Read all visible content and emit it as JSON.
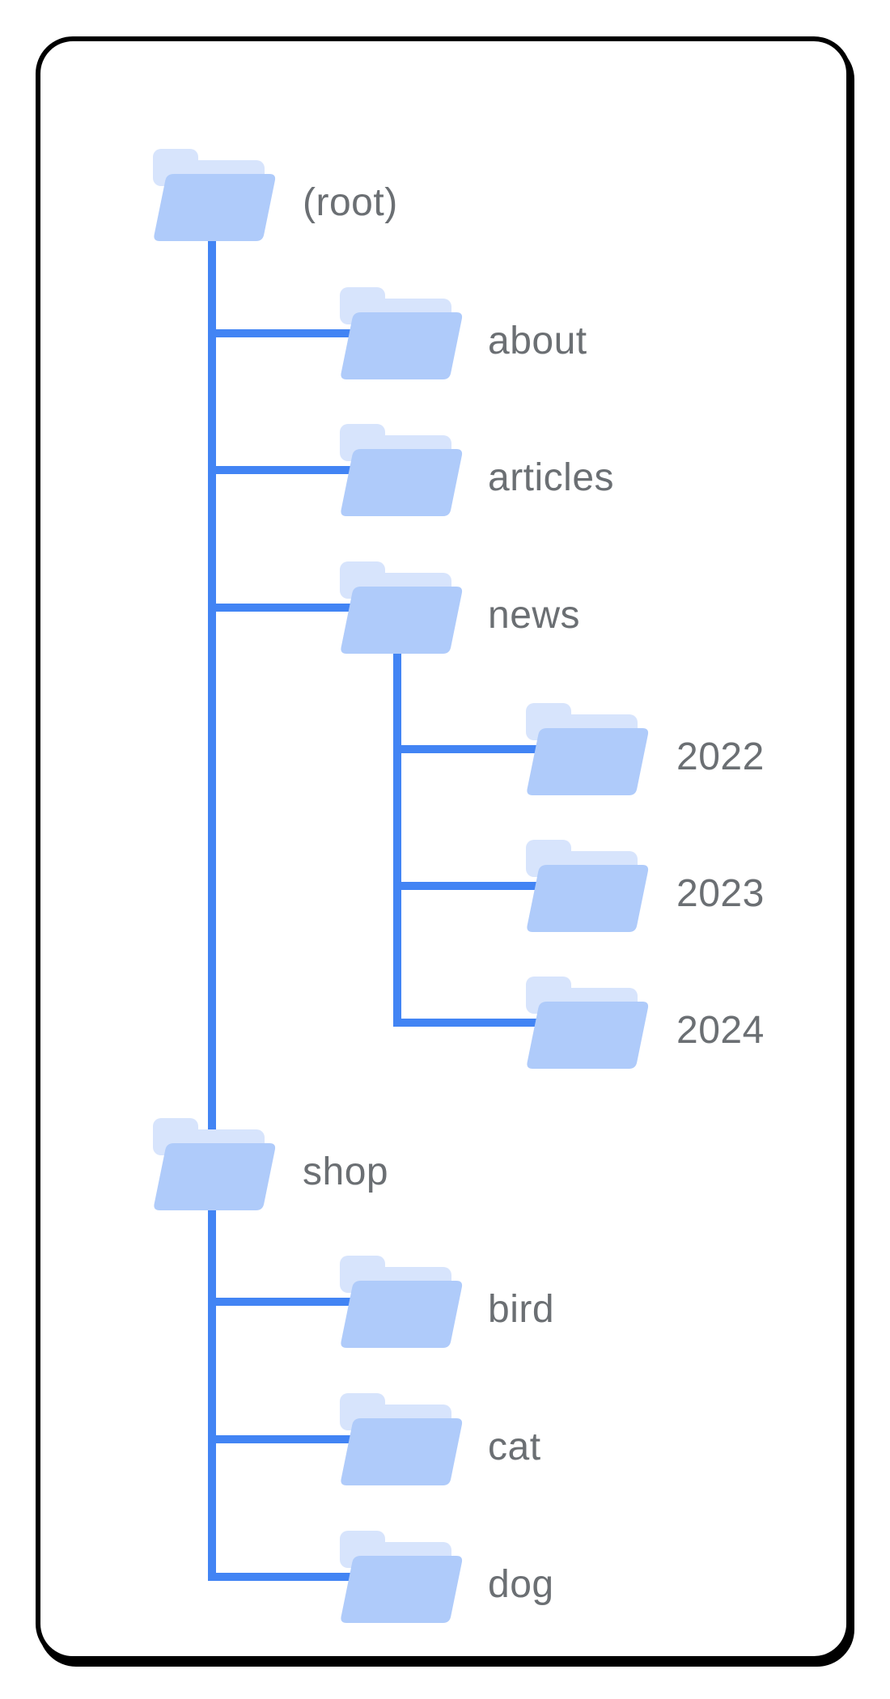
{
  "diagram": {
    "description": "Site URL structure folder tree",
    "nodes": {
      "root": {
        "label": "(root)",
        "icon": "folder",
        "level": 0
      },
      "about": {
        "label": "about",
        "icon": "folder",
        "level": 1
      },
      "articles": {
        "label": "articles",
        "icon": "folder",
        "level": 1
      },
      "news": {
        "label": "news",
        "icon": "folder",
        "level": 1
      },
      "2022": {
        "label": "2022",
        "icon": "folder",
        "level": 2
      },
      "2023": {
        "label": "2023",
        "icon": "folder",
        "level": 2
      },
      "2024": {
        "label": "2024",
        "icon": "folder",
        "level": 2
      },
      "shop": {
        "label": "shop",
        "icon": "folder",
        "level": 0
      },
      "bird": {
        "label": "bird",
        "icon": "folder",
        "level": 1
      },
      "cat": {
        "label": "cat",
        "icon": "folder",
        "level": 1
      },
      "dog": {
        "label": "dog",
        "icon": "folder",
        "level": 1
      }
    },
    "children": {
      "root": [
        "about",
        "articles",
        "news",
        "shop"
      ],
      "news": [
        "2022",
        "2023",
        "2024"
      ],
      "shop": [
        "bird",
        "cat",
        "dog"
      ]
    }
  },
  "colors": {
    "line-blue": "#4284f4",
    "folder-front": "#afcbfa",
    "folder-back": "#d7e4fc",
    "label-gray": "#6b6f73",
    "border-black": "#000000",
    "bg": "#ffffff"
  }
}
